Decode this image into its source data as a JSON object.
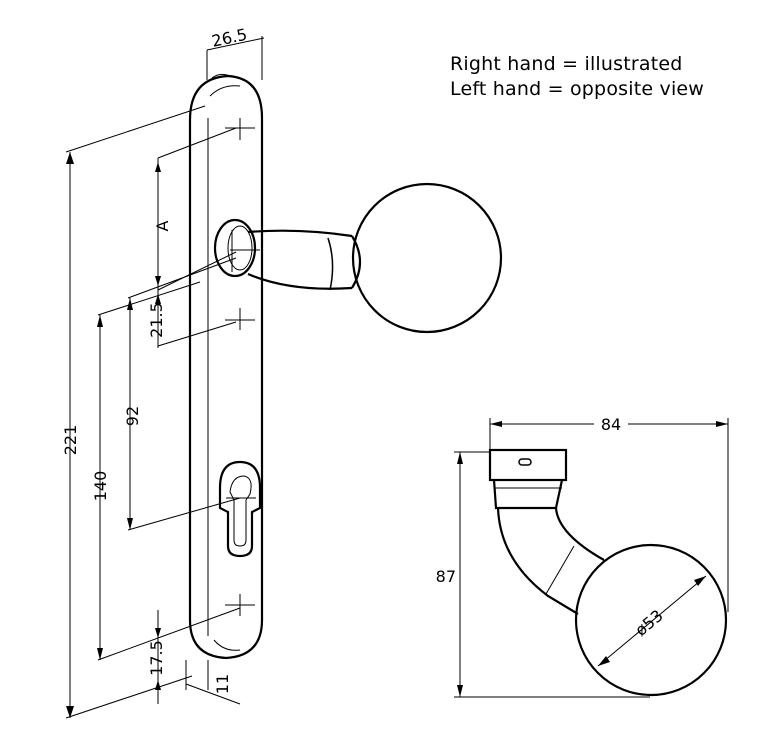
{
  "notes": {
    "right_hand": "Right hand = illustrated",
    "left_hand": "Left hand = opposite view"
  },
  "dimensions": {
    "plate_width": "26.5",
    "plate_height": "221",
    "a_label": "A",
    "handle_offset": "21.5",
    "center_distance": "92",
    "keyhole_offset": "140",
    "bottom_offset": "17.5",
    "plate_depth": "11",
    "projection": "84",
    "height": "87",
    "knob_diameter": "ø53"
  }
}
